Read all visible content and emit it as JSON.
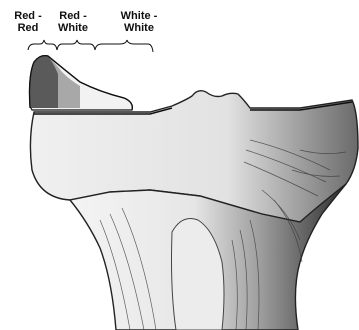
{
  "zones": [
    {
      "id": "red-red",
      "label": "Red -\nRed"
    },
    {
      "id": "red-white",
      "label": "Red -\nWhite"
    },
    {
      "id": "white-white",
      "label": "White -\nWhite"
    }
  ],
  "colors": {
    "ink": "#111111",
    "red_zone": "#5a5a5a",
    "red_white_zone": "#a8a8a8",
    "white_zone": "#f2f2f2",
    "bone_shadow": "#3a3a3a"
  }
}
